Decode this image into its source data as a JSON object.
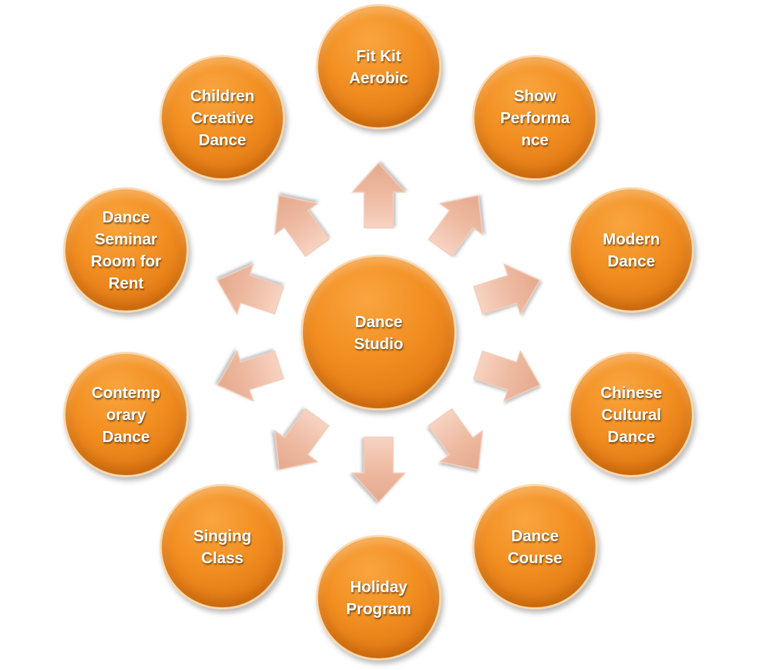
{
  "center": {
    "label": "Dance\nStudio"
  },
  "nodes": [
    {
      "label": "Fit Kit\nAerobic"
    },
    {
      "label": "Show\nPerforma\nnce"
    },
    {
      "label": "Modern\nDance"
    },
    {
      "label": "Chinese\nCultural\nDance"
    },
    {
      "label": "Dance\nCourse"
    },
    {
      "label": "Holiday\nProgram"
    },
    {
      "label": "Singing\nClass"
    },
    {
      "label": "Contemp\norary\nDance"
    },
    {
      "label": "Dance\nSeminar\nRoom for\nRent"
    },
    {
      "label": "Children\nCreative\nDance"
    }
  ],
  "colors": {
    "node_fill": "#f28f22",
    "node_border": "#fbd8ad",
    "arrow_fill": "#eebea6",
    "text": "#ffffff"
  }
}
